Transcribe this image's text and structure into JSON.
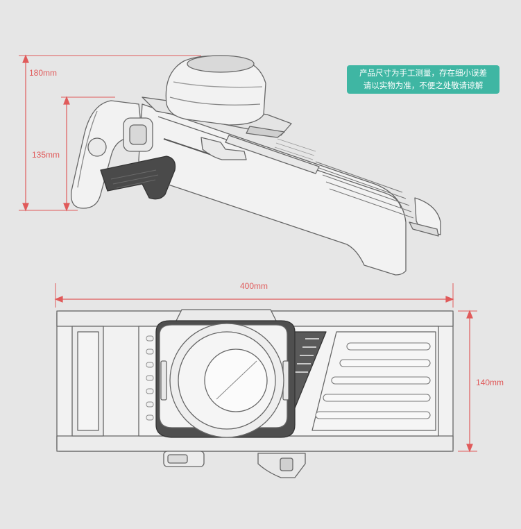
{
  "dimensions": {
    "total_height": "180mm",
    "handle_height": "135mm",
    "length": "400mm",
    "width": "140mm"
  },
  "notice": {
    "line1": "产品尺寸为手工测量，存在细小误差",
    "line2": "请以实物为准，不便之处敬请谅解"
  },
  "colors": {
    "dimension_line": "#e05a5a",
    "notice_background": "#3fb6a3",
    "background": "#e6e6e6",
    "product_fill": "#f2f2f2",
    "product_outline": "#666666",
    "dark_parts": "#4a4a4a"
  }
}
